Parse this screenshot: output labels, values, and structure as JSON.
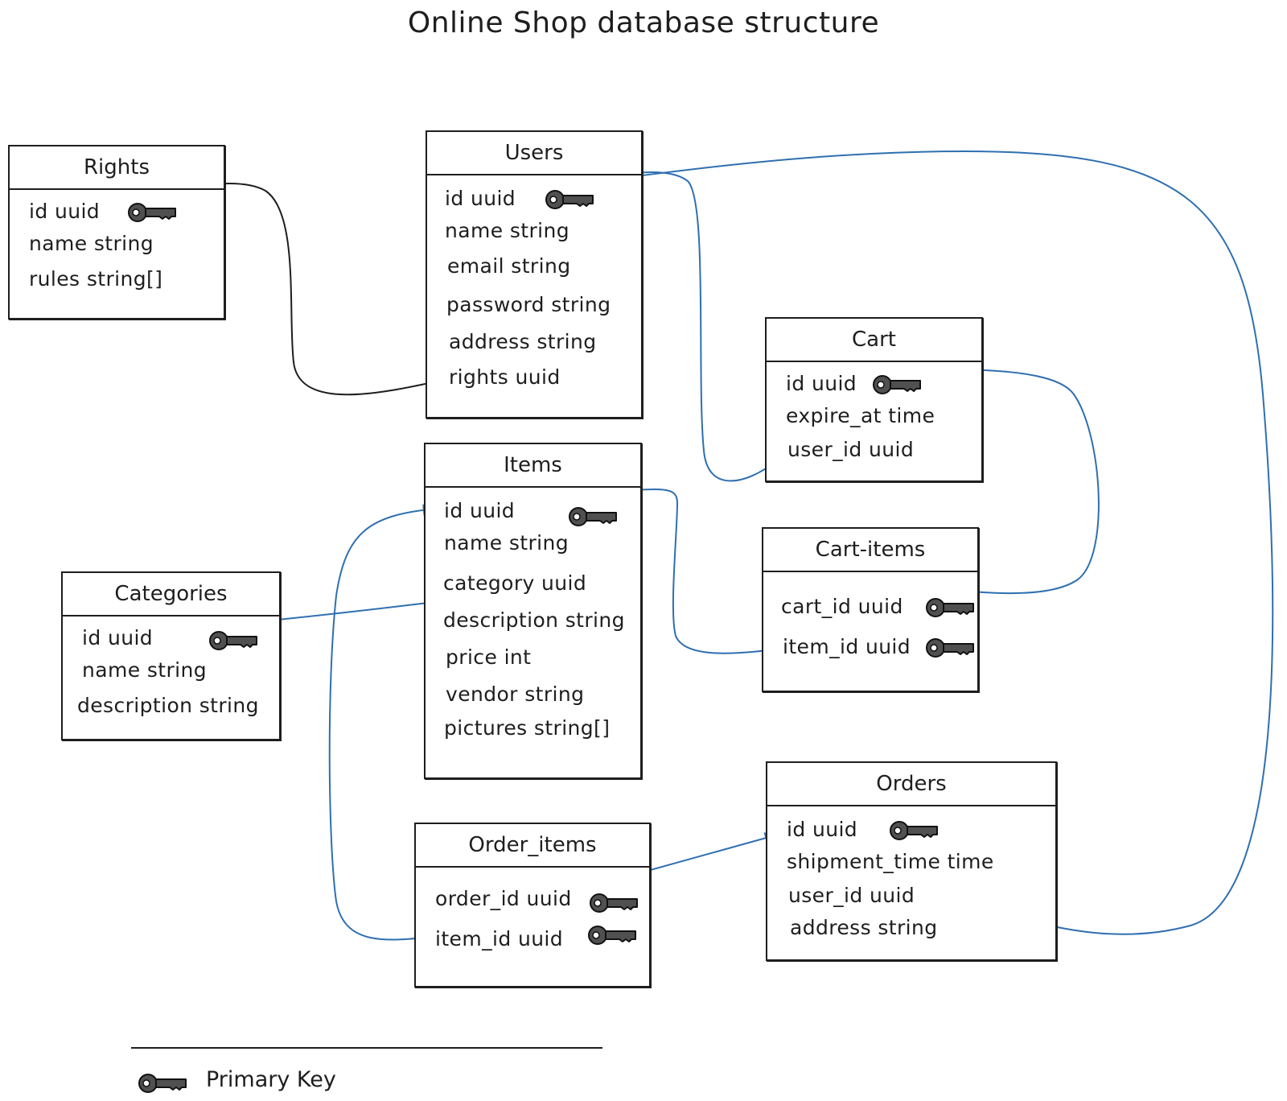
{
  "diagram": {
    "title": "Online Shop database structure",
    "accent_color": "#2f6fb0",
    "ink_color": "#1e1e1e",
    "key_icon": "key-icon",
    "tables": {
      "rights": {
        "name": "Rights",
        "fields": [
          "id uuid",
          "name string",
          "rules string[]"
        ]
      },
      "users": {
        "name": "Users",
        "fields": [
          "id uuid",
          "name string",
          "email string",
          "password string",
          "address string",
          "rights uuid"
        ]
      },
      "cart": {
        "name": "Cart",
        "fields": [
          "id uuid",
          "expire_at time",
          "user_id uuid"
        ]
      },
      "items": {
        "name": "Items",
        "fields": [
          "id uuid",
          "name string",
          "category uuid",
          "description string",
          "price int",
          "vendor string",
          "pictures string[]"
        ]
      },
      "categories": {
        "name": "Categories",
        "fields": [
          "id uuid",
          "name string",
          "description string"
        ]
      },
      "cart_items": {
        "name": "Cart-items",
        "fields": [
          "cart_id uuid",
          "item_id uuid"
        ]
      },
      "order_items": {
        "name": "Order_items",
        "fields": [
          "order_id uuid",
          "item_id uuid"
        ]
      },
      "orders": {
        "name": "Orders",
        "fields": [
          "id uuid",
          "shipment_time time",
          "user_id uuid",
          "address string"
        ]
      }
    },
    "legend": {
      "label": "Primary Key"
    }
  }
}
